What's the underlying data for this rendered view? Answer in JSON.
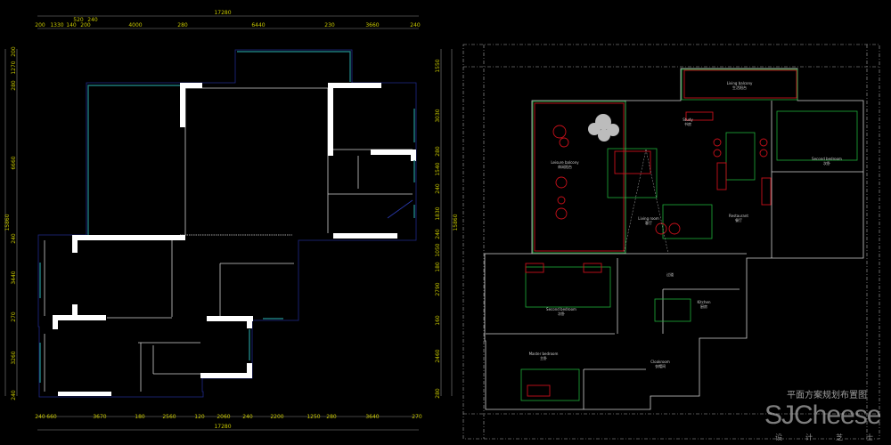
{
  "left_plan": {
    "dims_top_total": "17280",
    "dims_top": [
      "200",
      "1330",
      "140",
      "520",
      "200",
      "240",
      "4000",
      "280",
      "6440",
      "230",
      "3660",
      "240"
    ],
    "dims_bottom": [
      "240",
      "660",
      "3670",
      "180",
      "2560",
      "120",
      "2060",
      "240",
      "2200",
      "1250",
      "280",
      "3640",
      "270"
    ],
    "dims_bottom_total": "17280",
    "dims_left_total": "15860",
    "dims_left": [
      "200",
      "1270",
      "280",
      "6660",
      "240",
      "3440",
      "270",
      "3260",
      "240"
    ],
    "dims_right_total": "15860",
    "dims_right": [
      "1550",
      "3030",
      "280",
      "1540",
      "240",
      "1830",
      "240",
      "1050",
      "180",
      "2790",
      "160",
      "2460",
      "280"
    ]
  },
  "right_plan": {
    "rooms": [
      {
        "en": "Living balcony",
        "zh": "生活阳台"
      },
      {
        "en": "Study",
        "zh": "书房"
      },
      {
        "en": "Leisure balcony",
        "zh": "休闲阳台"
      },
      {
        "en": "Living room",
        "zh": "客厅"
      },
      {
        "en": "Restaurant",
        "zh": "餐厅"
      },
      {
        "en": "Second bedroom",
        "zh": "次卧"
      },
      {
        "en": "Second bedroom",
        "zh": "次卧"
      },
      {
        "en": "Kitchen",
        "zh": "厨房"
      },
      {
        "en": "Master bedroom",
        "zh": "主卧"
      },
      {
        "en": "Cloakroom",
        "zh": "衣帽间"
      }
    ],
    "corridor": "过道"
  },
  "watermark": {
    "brand": "SJCheese",
    "sub": "设计芝士",
    "title": "平面方案规划布置图"
  },
  "colors": {
    "wall": "#ffffff",
    "line": "#cccccc",
    "dim": "#c8c800",
    "green": "#1fae3a",
    "red": "#c8101a",
    "window": "#1d6e6e"
  }
}
